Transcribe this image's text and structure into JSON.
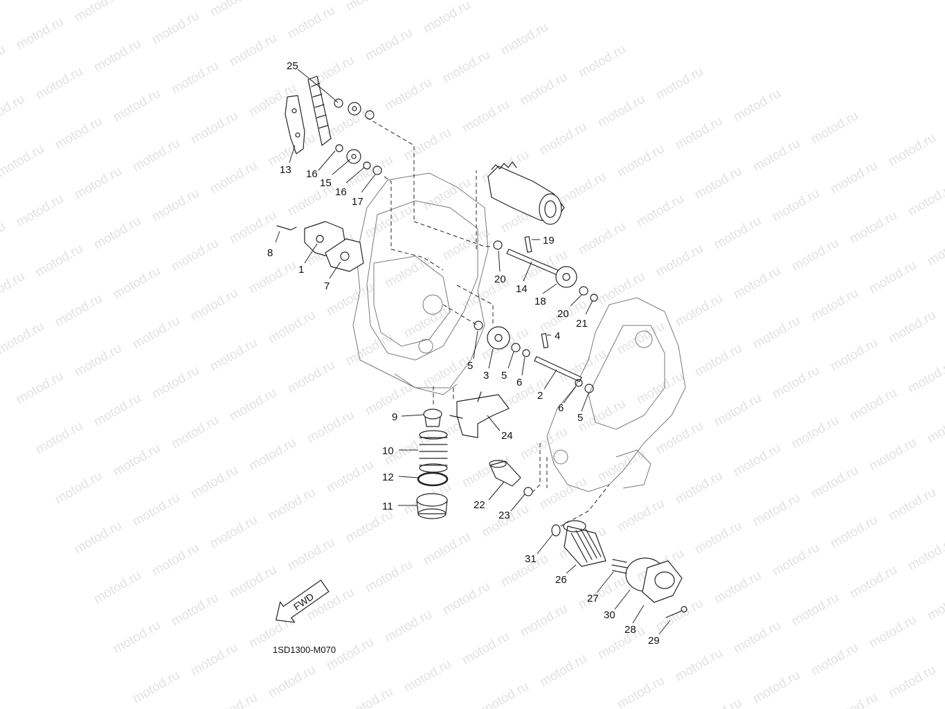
{
  "diagram": {
    "watermark": "motod.ru",
    "drawing_code": "1SD1300-M070",
    "direction_label": "FWD",
    "labels": [
      {
        "id": "25",
        "text": "25"
      },
      {
        "id": "13",
        "text": "13"
      },
      {
        "id": "16a",
        "text": "16"
      },
      {
        "id": "15",
        "text": "15"
      },
      {
        "id": "16b",
        "text": "16"
      },
      {
        "id": "17",
        "text": "17"
      },
      {
        "id": "8",
        "text": "8"
      },
      {
        "id": "1",
        "text": "1"
      },
      {
        "id": "7",
        "text": "7"
      },
      {
        "id": "19",
        "text": "19"
      },
      {
        "id": "20a",
        "text": "20"
      },
      {
        "id": "14",
        "text": "14"
      },
      {
        "id": "18",
        "text": "18"
      },
      {
        "id": "20b",
        "text": "20"
      },
      {
        "id": "21",
        "text": "21"
      },
      {
        "id": "4",
        "text": "4"
      },
      {
        "id": "5a",
        "text": "5"
      },
      {
        "id": "3",
        "text": "3"
      },
      {
        "id": "5b",
        "text": "5"
      },
      {
        "id": "6a",
        "text": "6"
      },
      {
        "id": "2",
        "text": "2"
      },
      {
        "id": "6b",
        "text": "6"
      },
      {
        "id": "5c",
        "text": "5"
      },
      {
        "id": "9",
        "text": "9"
      },
      {
        "id": "24",
        "text": "24"
      },
      {
        "id": "10",
        "text": "10"
      },
      {
        "id": "12",
        "text": "12"
      },
      {
        "id": "11",
        "text": "11"
      },
      {
        "id": "22",
        "text": "22"
      },
      {
        "id": "23",
        "text": "23"
      },
      {
        "id": "31",
        "text": "31"
      },
      {
        "id": "26",
        "text": "26"
      },
      {
        "id": "27",
        "text": "27"
      },
      {
        "id": "30",
        "text": "30"
      },
      {
        "id": "28",
        "text": "28"
      },
      {
        "id": "29",
        "text": "29"
      }
    ]
  }
}
